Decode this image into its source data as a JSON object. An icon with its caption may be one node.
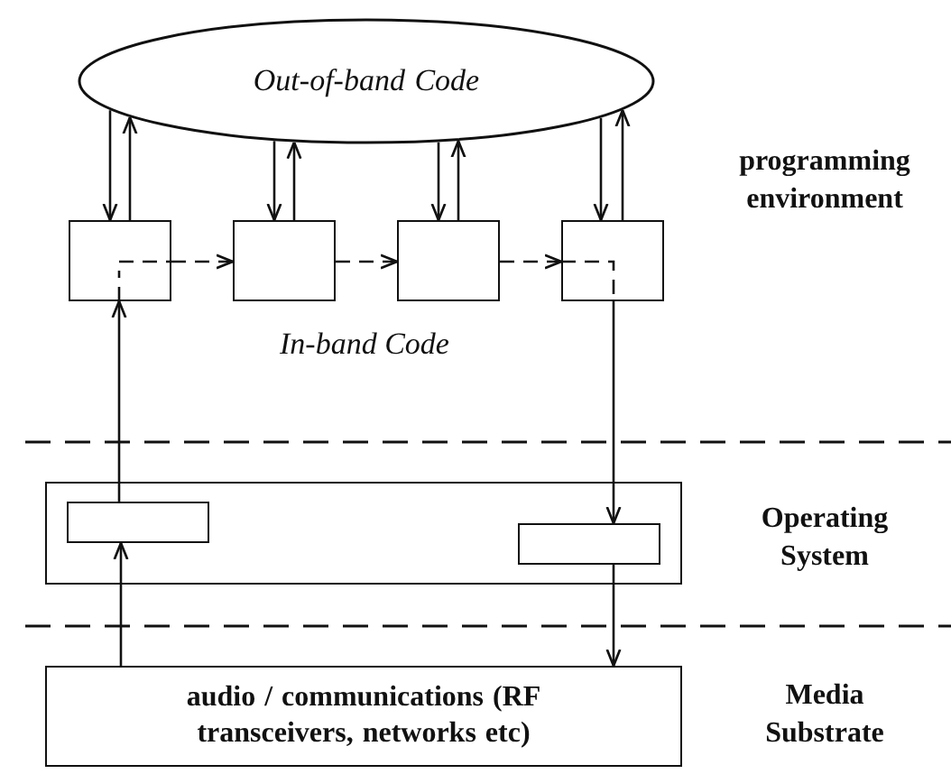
{
  "diagram": {
    "nodes": [
      {
        "text": [
          "Out-of-band Code"
        ]
      },
      {
        "text": [],
        "shape": "box"
      },
      {
        "text": [],
        "shape": "box"
      },
      {
        "text": [],
        "shape": "box"
      },
      {
        "text": [],
        "shape": "box"
      },
      {
        "text": [],
        "shape": "box"
      },
      {
        "text": [],
        "shape": "box",
        "in": 5
      },
      {
        "text": [],
        "shape": "box",
        "in": 5
      },
      {
        "text": [
          "audio / communications (RF transceivers, networks etc)"
        ]
      }
    ],
    "edges": [
      {
        "from": 0,
        "to": 1,
        "arrow": "to"
      },
      {
        "from": 1,
        "to": 0,
        "arrow": "to"
      },
      {
        "from": 0,
        "to": 2,
        "arrow": "to"
      },
      {
        "from": 2,
        "to": 0,
        "arrow": "to"
      },
      {
        "from": 0,
        "to": 3,
        "arrow": "to"
      },
      {
        "from": 3,
        "to": 0,
        "arrow": "to"
      },
      {
        "from": 0,
        "to": 4,
        "arrow": "to"
      },
      {
        "from": 4,
        "to": 0,
        "arrow": "to"
      },
      {
        "from": 1,
        "to": 2,
        "arrow": "to",
        "style": "dashed"
      },
      {
        "from": 2,
        "to": 3,
        "arrow": "to",
        "style": "dashed"
      },
      {
        "from": 3,
        "to": 4,
        "arrow": "to",
        "style": "dashed"
      },
      {
        "from": 6,
        "to": 1,
        "arrow": "to"
      },
      {
        "from": 4,
        "to": 7,
        "arrow": "to"
      },
      {
        "from": 8,
        "to": 6,
        "arrow": "to"
      },
      {
        "from": 7,
        "to": 8,
        "arrow": "to"
      }
    ],
    "labels": [
      "In-band Code",
      "programming environment",
      "Operating System",
      "Media Substrate"
    ]
  }
}
